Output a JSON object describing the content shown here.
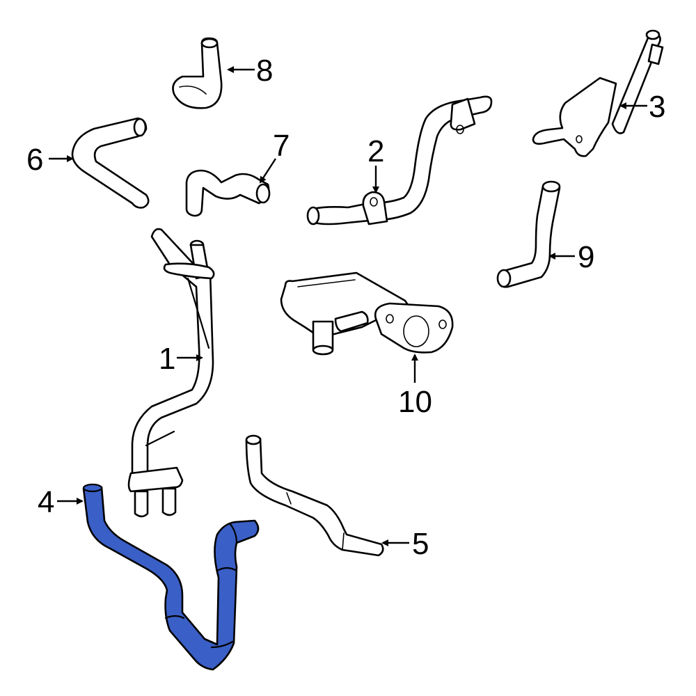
{
  "diagram": {
    "type": "parts-exploded-view",
    "highlight_color": "#3a5fc6",
    "highlighted_part": "4",
    "callouts": [
      {
        "id": "1",
        "label": "1",
        "part": "heater-core-tube-assembly"
      },
      {
        "id": "2",
        "label": "2",
        "part": "pipe-with-brackets"
      },
      {
        "id": "3",
        "label": "3",
        "part": "pipe-with-mounting-bracket"
      },
      {
        "id": "4",
        "label": "4",
        "part": "hose-highlighted"
      },
      {
        "id": "5",
        "label": "5",
        "part": "hose"
      },
      {
        "id": "6",
        "label": "6",
        "part": "hose"
      },
      {
        "id": "7",
        "label": "7",
        "part": "hose"
      },
      {
        "id": "8",
        "label": "8",
        "part": "elbow-hose"
      },
      {
        "id": "9",
        "label": "9",
        "part": "hose"
      },
      {
        "id": "10",
        "label": "10",
        "part": "heater-core-housing"
      }
    ]
  }
}
